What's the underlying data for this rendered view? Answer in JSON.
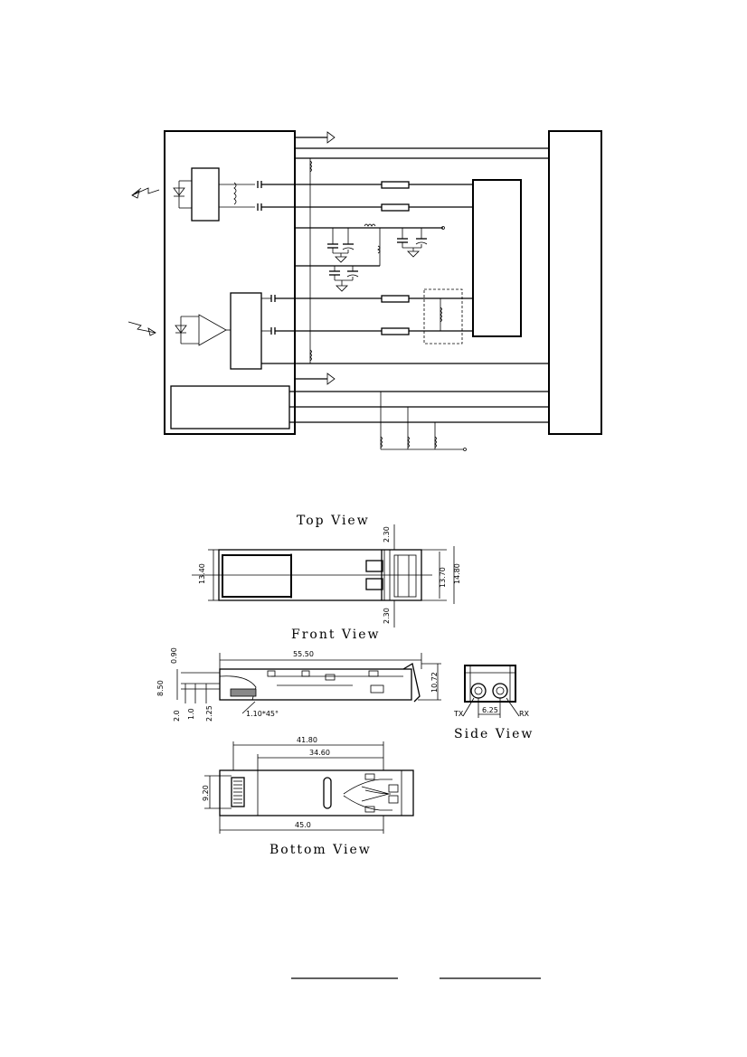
{
  "views": {
    "top_view_title": "Top  View",
    "front_view_title": "Front  View",
    "side_view_title": "Side  View",
    "bottom_view_title": "Bottom   View"
  },
  "dimensions": {
    "top_2_30_upper": "2.30",
    "top_13_40": "13.40",
    "top_13_70": "13.70",
    "top_14_80": "14.80",
    "top_2_30_lower": "2.30",
    "front_0_90": "0.90",
    "front_55_50": "55.50",
    "front_8_50": "8.50",
    "front_10_72": "10.72",
    "front_2_0": "2.0",
    "front_1_0": "1.0",
    "front_2_25": "2.25",
    "front_chamfer": "1.10*45°",
    "side_tx": "TX",
    "side_6_25": "6.25",
    "side_rx": "RX",
    "bottom_41_80": "41.80",
    "bottom_34_60": "34.60",
    "bottom_9_20": "9.20",
    "bottom_45_0": "45.0"
  }
}
